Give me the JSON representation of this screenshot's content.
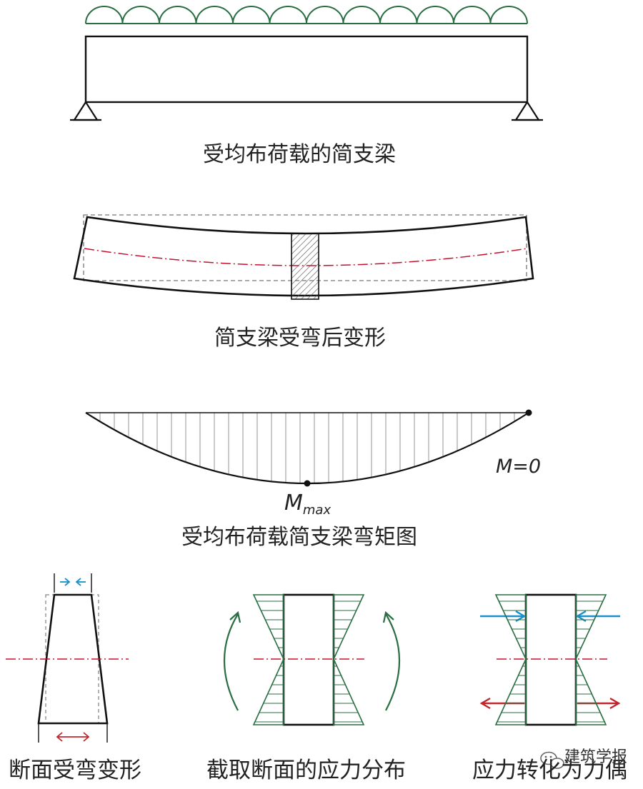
{
  "captions": {
    "beam": "受均布荷载的简支梁",
    "deformed": "简支梁受弯后变形",
    "moment": "受均布荷载简支梁弯矩图",
    "section": "断面受弯变形",
    "stress": "截取断面的应力分布",
    "couple": "应力转化为力偶"
  },
  "labels": {
    "m_zero": "M=0",
    "m_max_main": "M",
    "m_max_sub": "max"
  },
  "watermark": {
    "text": "建筑学报",
    "icon": "wechat-icon"
  },
  "colors": {
    "load_green": "#2a6e43",
    "centerline_red": "#c8102e",
    "compression_blue": "#1a8fc9",
    "tension_red": "#c0262d",
    "line_black": "#111111"
  }
}
